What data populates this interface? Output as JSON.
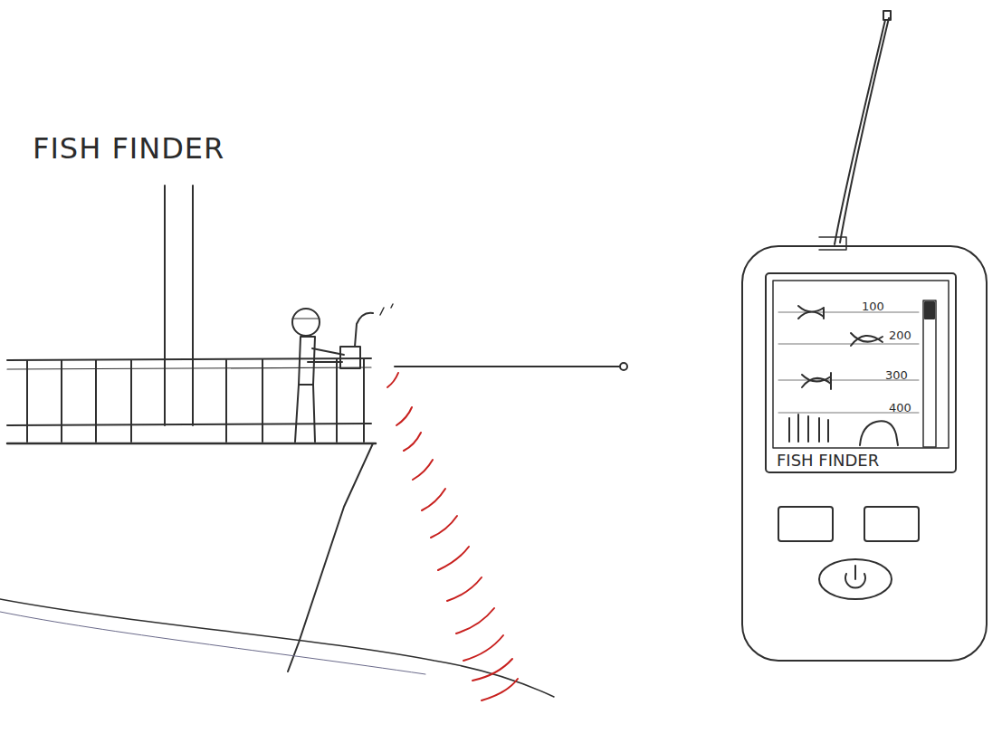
{
  "diagram": {
    "labels": [
      "FISH FINDER",
      "100",
      "200",
      "300",
      "400",
      "FISH FINDER"
    ]
  }
}
